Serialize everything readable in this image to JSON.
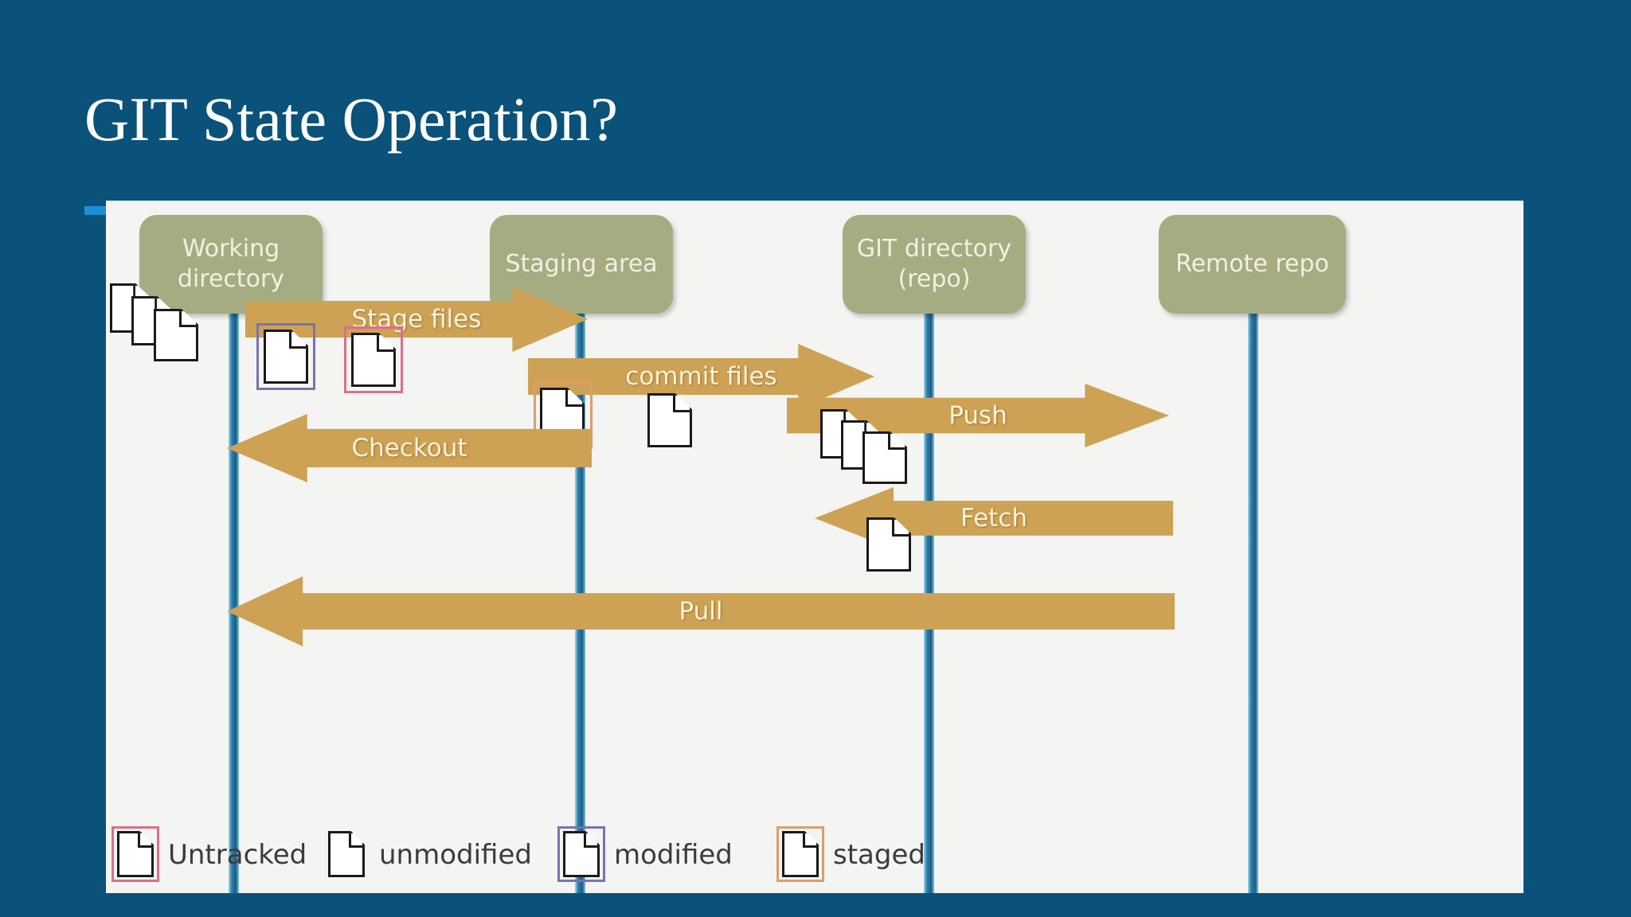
{
  "slide": {
    "title": "GIT State Operation?",
    "background_color": "#0a5279",
    "accent_color": "#1f8fd6",
    "panel_color": "#f4f4f2"
  },
  "diagram": {
    "node_color": "#a6ac81",
    "arrow_color": "#cda254",
    "lifeline_color": "#2e7fae",
    "nodes": [
      {
        "id": "working-directory",
        "label": "Working\ndirectory"
      },
      {
        "id": "staging-area",
        "label": "Staging area"
      },
      {
        "id": "git-directory",
        "label": "GIT directory\n(repo)"
      },
      {
        "id": "remote-repo",
        "label": "Remote repo"
      }
    ],
    "arrows": [
      {
        "id": "stage-files",
        "label": "Stage files",
        "direction": "right",
        "from": "working-directory",
        "to": "staging-area"
      },
      {
        "id": "commit-files",
        "label": "commit files",
        "direction": "right",
        "from": "staging-area",
        "to": "git-directory"
      },
      {
        "id": "push",
        "label": "Push",
        "direction": "right",
        "from": "git-directory",
        "to": "remote-repo"
      },
      {
        "id": "checkout",
        "label": "Checkout",
        "direction": "left",
        "from": "staging-area",
        "to": "working-directory"
      },
      {
        "id": "fetch",
        "label": "Fetch",
        "direction": "left",
        "from": "remote-repo",
        "to": "git-directory"
      },
      {
        "id": "pull",
        "label": "Pull",
        "direction": "left",
        "from": "remote-repo",
        "to": "working-directory"
      }
    ]
  },
  "legend": {
    "items": [
      {
        "id": "untracked",
        "label": "Untracked",
        "outline_color": "#d9708a"
      },
      {
        "id": "unmodified",
        "label": "unmodified",
        "outline_color": "none"
      },
      {
        "id": "modified",
        "label": "modified",
        "outline_color": "#7a72b0"
      },
      {
        "id": "staged",
        "label": "staged",
        "outline_color": "#d9a06a"
      }
    ]
  }
}
